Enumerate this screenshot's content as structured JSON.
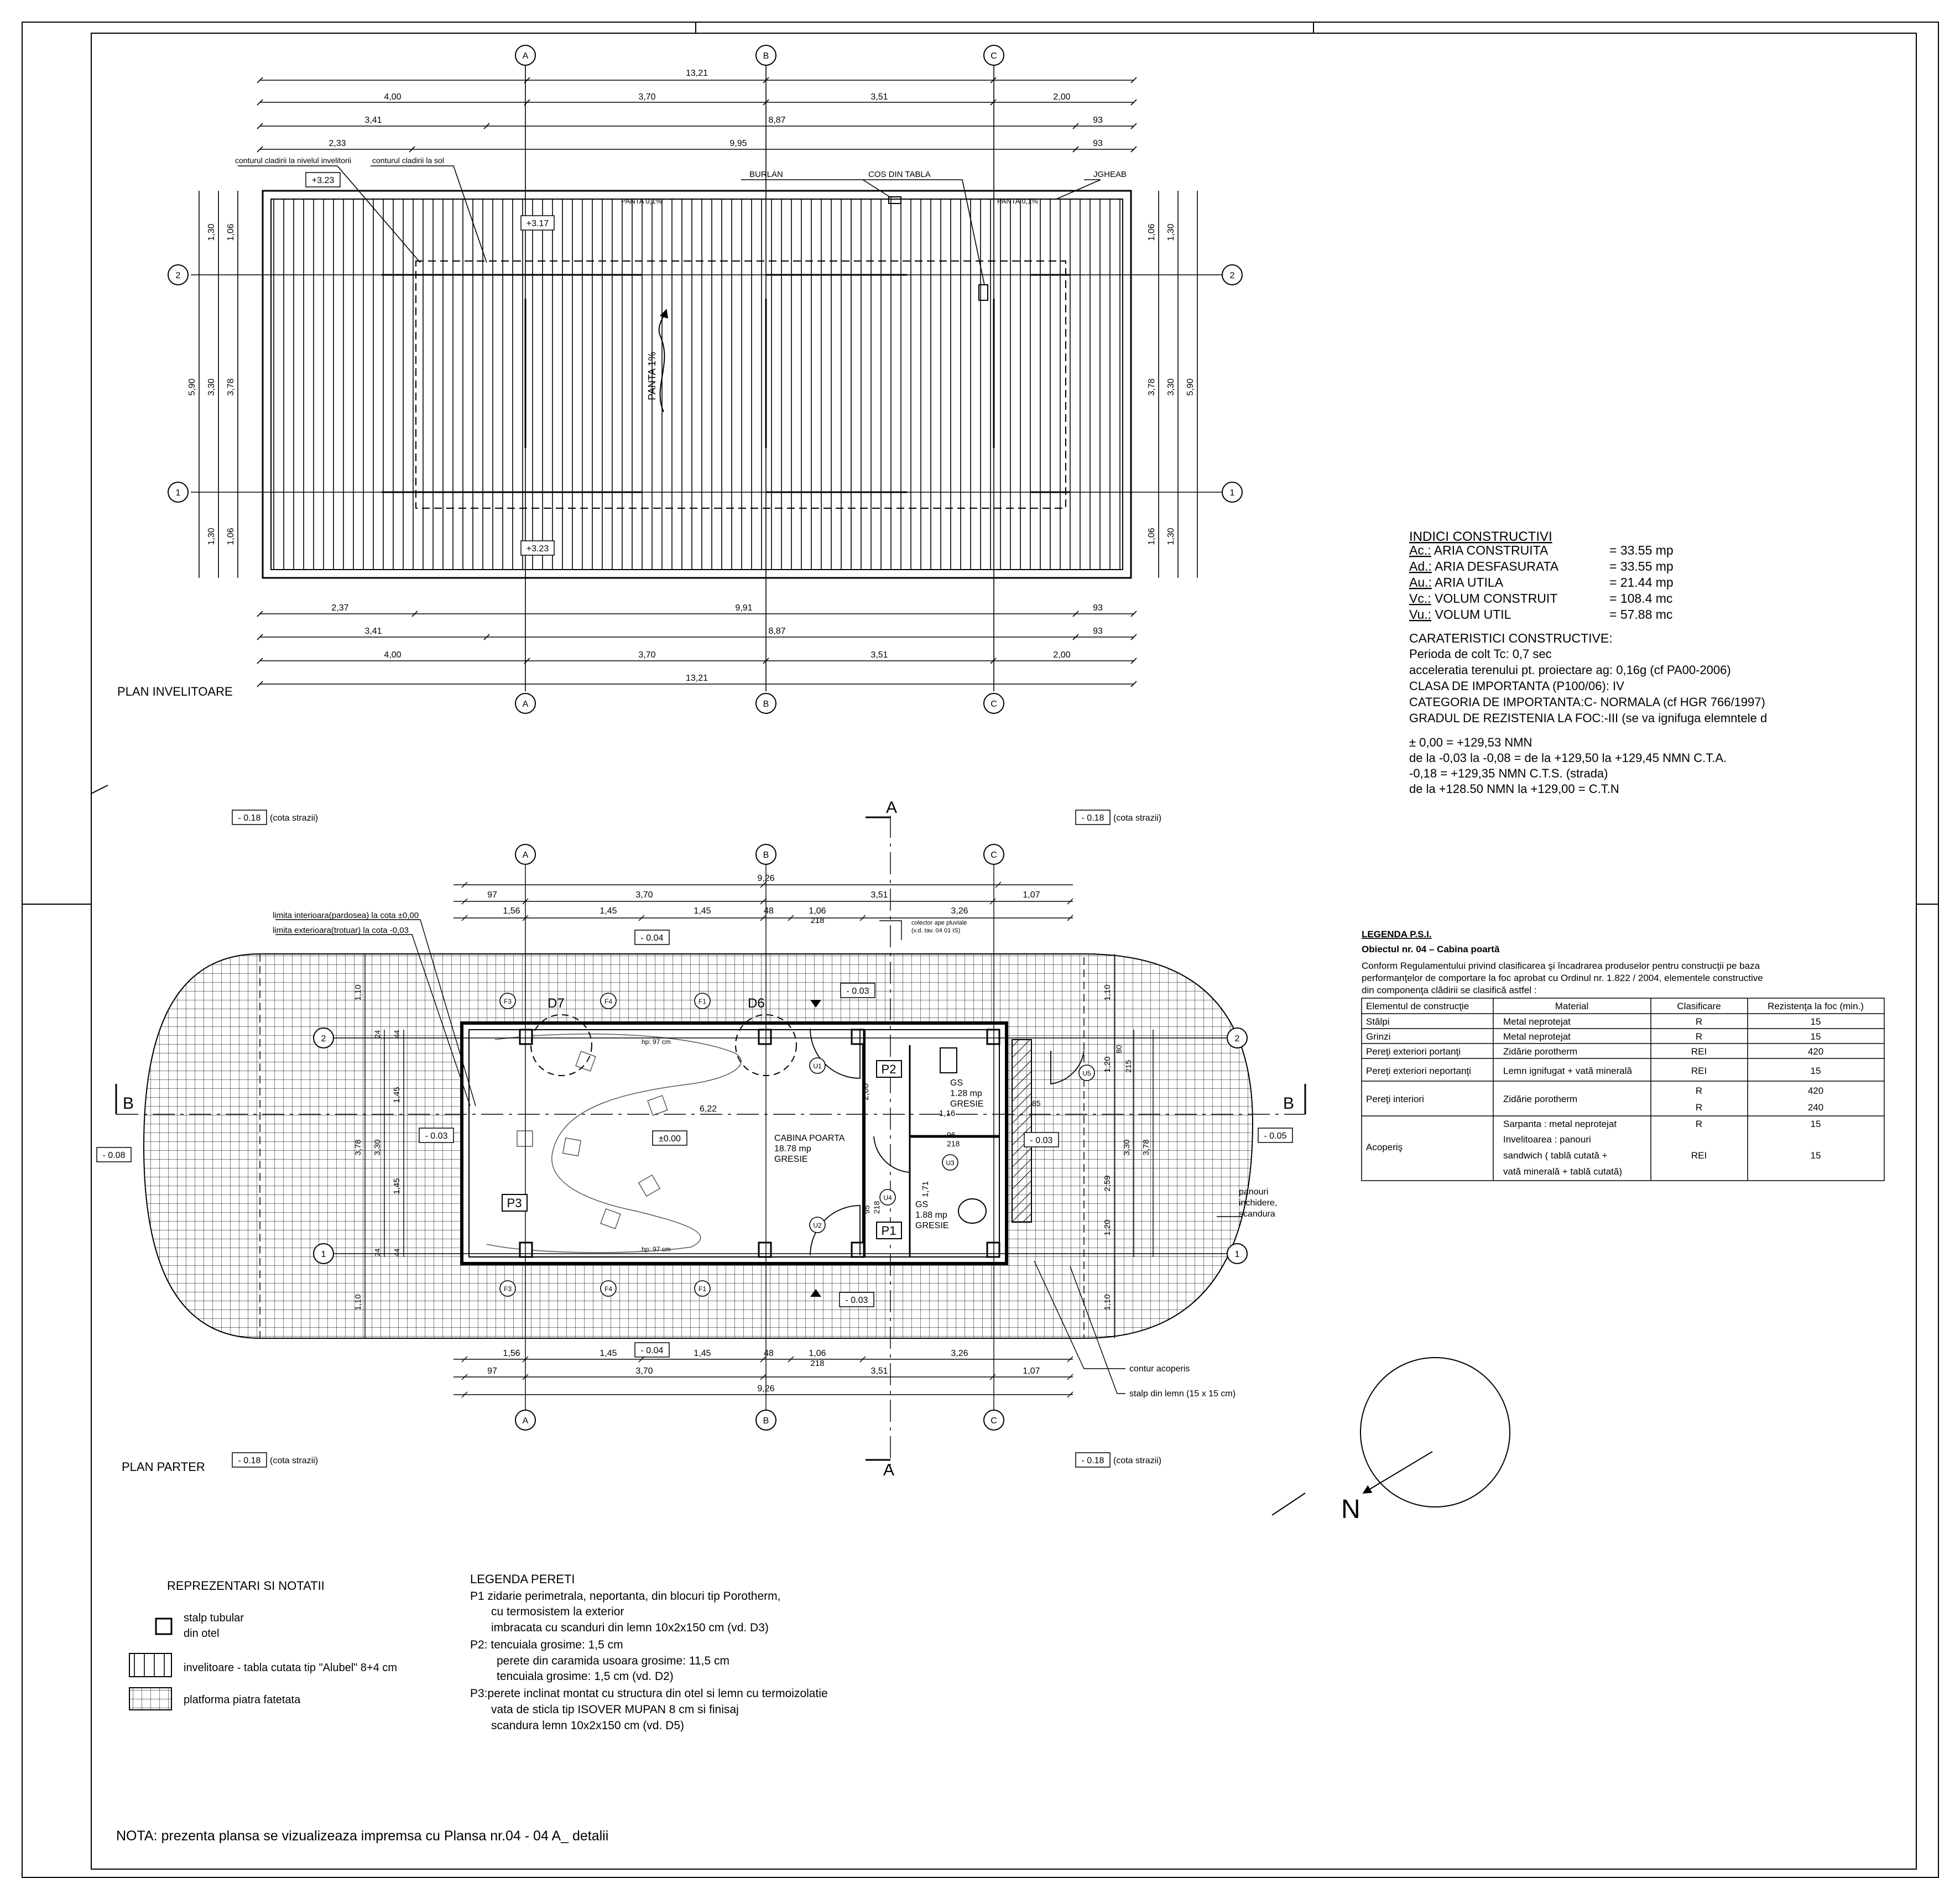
{
  "titles": {
    "roof_plan": "PLAN INVELITOARE",
    "ground_plan": "PLAN PARTER"
  },
  "axes": {
    "col_a": "A",
    "col_b": "B",
    "col_c": "C",
    "row_1": "1",
    "row_2": "2"
  },
  "roof": {
    "dims_top": {
      "total": "13,21",
      "row1": [
        "4,00",
        "3,70",
        "3,51",
        "2,00"
      ],
      "row2": [
        "3,41",
        "8,87",
        "93"
      ],
      "row3": [
        "2,33",
        "9,95",
        "93"
      ]
    },
    "dims_bottom": {
      "row1": [
        "2,37",
        "9,91",
        "93"
      ],
      "row2": [
        "3,41",
        "8,87",
        "93"
      ],
      "row3": [
        "4,00",
        "3,70",
        "3,51",
        "2,00"
      ],
      "total": "13,21"
    },
    "dims_side": {
      "total": "5,90",
      "mid": "3,30",
      "inner": "3,78",
      "edge_a": "1,30",
      "edge_b": "1,06"
    },
    "labels": {
      "contour_roof": "conturul cladirii la nivelul invelitorii",
      "contour_ground": "conturul cladirii la sol",
      "burlan": "BURLAN",
      "cos": "COS DIN TABLA",
      "jgheab": "JGHEAB",
      "panta_small": "PANTA 0,1%",
      "panta": "PANTA 1%"
    },
    "levels": {
      "l1": "+3.23",
      "l2": "+3.17",
      "l3": "+3.23"
    }
  },
  "indici": {
    "title": "INDICI CONSTRUCTIVI",
    "rows": [
      {
        "key": "Ac.:",
        "label": "ARIA CONSTRUITA",
        "value": "= 33.55 mp"
      },
      {
        "key": "Ad.:",
        "label": "ARIA DESFASURATA",
        "value": "= 33.55 mp"
      },
      {
        "key": "Au.:",
        "label": "ARIA UTILA",
        "value": "= 21.44 mp"
      },
      {
        "key": "Vc.:",
        "label": "VOLUM CONSTRUIT",
        "value": "= 108.4 mc"
      },
      {
        "key": "Vu.:",
        "label": "VOLUM UTIL",
        "value": "= 57.88 mc"
      }
    ],
    "caract_title": "CARATERISTICI CONSTRUCTIVE:",
    "caract_lines": [
      "Perioda de colt Tc: 0,7 sec",
      "acceleratia terenului pt. proiectare ag: 0,16g (cf PA00-2006)",
      "CLASA DE IMPORTANTA (P100/06): IV",
      "CATEGORIA DE IMPORTANTA:C- NORMALA (cf HGR 766/1997)",
      "GRADUL DE REZISTENIA LA FOC:-III (se va ignifuga elemntele d"
    ],
    "cote_lines": [
      "± 0,00 = +129,53 NMN",
      "de la -0,03 la -0,08  = de la +129,50 la +129,45  NMN C.T.A.",
      "-0,18 = +129,35  NMN C.T.S. (strada)",
      "de la +128.50 NMN la +129,00 = C.T.N"
    ]
  },
  "psi": {
    "title": "LEGENDA P.S.I.",
    "subtitle": "Obiectul nr. 04 – Cabina poartă",
    "intro": [
      "Conform Regulamentului privind clasificarea şi încadrarea produselor pentru construcţii pe baza",
      "performanţelor de comportare la foc aprobat cu Ordinul nr. 1.822 / 2004, elementele constructive",
      "din componenţa clădirii  se clasifică astfel :"
    ],
    "headers": [
      "Elementul de construcţie",
      "Material",
      "Clasificare",
      "Rezistenţa la foc (min.)"
    ],
    "rows": [
      {
        "element": "Stâlpi",
        "material": "Metal neprotejat",
        "clasa": "R",
        "rez": "15"
      },
      {
        "element": "Grinzi",
        "material": "Metal neprotejat",
        "clasa": "R",
        "rez": "15"
      },
      {
        "element": "Pereţi exteriori portanţi",
        "material": "Zidărie porotherm",
        "clasa": "REI",
        "rez": "420"
      },
      {
        "element": "Pereţi exteriori neportanţi",
        "material": "Lemn ignifugat + vată minerală",
        "clasa": "REI",
        "rez": "15"
      },
      {
        "element": "Pereţi interiori",
        "material": "Zidărie porotherm",
        "clasa": "R",
        "clasa2": "R",
        "rez": "420",
        "rez2": "240"
      },
      {
        "element": "Acoperiş",
        "material": "Sarpanta  : metal neprotejat",
        "material2": "Invelitoarea  : panouri",
        "material3": "sandwich ( tablă cutată +",
        "material4": "vată minerală + tablă cutată)",
        "clasa": "R",
        "clasa2": "REI",
        "rez": "15",
        "rez2": "15"
      }
    ]
  },
  "ground": {
    "dims_top": {
      "total": "9,26",
      "row1": [
        "97",
        "3,70",
        "3,51",
        "1,07"
      ],
      "row2": [
        "1,56",
        "1,45",
        "1,45",
        "48",
        "1,06",
        "3,26"
      ],
      "sub": "218"
    },
    "dims_bottom": {
      "row1": [
        "1,56",
        "1,45",
        "1,45",
        "48",
        "1,06",
        "3,26"
      ],
      "sub": "218",
      "row2": [
        "97",
        "3,70",
        "3,51",
        "1,07"
      ],
      "total": "9,26"
    },
    "dims_side": {
      "a": "1,10",
      "b": "3,78",
      "c": "3,30",
      "d": "1,45",
      "e": "1,45",
      "f": "1,10",
      "g": "24",
      "h": "44",
      "i": "1,20",
      "j": "2,59",
      "k": "1,20"
    },
    "labels": {
      "limit_int": "limita interioara(pardosea) la cota ±0,00",
      "limit_ext": "limita exterioara(trotuar) la cota -0,03",
      "collector": "colector ape pluviale",
      "collector_ref": "(v.d. tav. 04 01 IS)",
      "cabina": "CABINA POARTA",
      "cabina_area": "18.78 mp",
      "cabina_floor": "GRESIE",
      "gs1": "GS",
      "gs1_area": "1.28 mp",
      "gs1_floor": "GRESIE",
      "gs2": "GS",
      "gs2_area": "1.88 mp",
      "gs2_floor": "GRESIE",
      "hp": "hp: 97 cm",
      "len": "6,22",
      "dim_200": "2,00",
      "dim_116": "1,16",
      "dim_171": "1,71",
      "dim_96": "96",
      "dim_218": "218",
      "dim_95": "95",
      "dim_85": "85",
      "dim_80": "80",
      "dim_215": "215",
      "panouri": [
        "panouri",
        "inchidere,",
        "scandura"
      ],
      "contur": "contur acoperis",
      "stalp": "stalp din lemn (15 x 15 cm)",
      "d7": "D7",
      "d6": "D6",
      "p1": "P1",
      "p2": "P2",
      "p3": "P3",
      "f1": "F1",
      "f3": "F3",
      "f4": "F4",
      "u1": "U1",
      "u2": "U2",
      "u3": "U3",
      "u4": "U4",
      "u5": "U5",
      "section_a": "A",
      "section_b": "B",
      "cota_strazii": "(cota strazii)",
      "lvl_018": "- 0.18",
      "lvl_004": "- 0.04",
      "lvl_003": "- 0.03",
      "lvl_005": "- 0.05",
      "lvl_008": "- 0.08",
      "lvl_000": "±0.00"
    }
  },
  "north": "N",
  "notatii": {
    "title": "REPREZENTARI SI NOTATII",
    "items": [
      {
        "label": "stalp tubular",
        "label2": "din otel",
        "icon": "square-icon"
      },
      {
        "label": "invelitoare - tabla cutata tip \"Alubel\" 8+4 cm",
        "icon": "hatch-vertical-icon"
      },
      {
        "label": "platforma piatra fatetata",
        "icon": "grid-icon"
      }
    ]
  },
  "pereti": {
    "title": "LEGENDA PERETI",
    "lines": [
      "P1 zidarie perimetrala, neportanta, din blocuri tip Porotherm,",
      "cu termosistem la exterior",
      "imbracata cu scanduri din lemn 10x2x150 cm (vd. D3)",
      "P2: tencuiala grosime: 1,5 cm",
      "perete din caramida usoara grosime: 11,5 cm",
      "tencuiala grosime: 1,5 cm (vd. D2)",
      "P3:perete inclinat montat cu structura din otel si lemn cu termoizolatie",
      "vata de sticla tip ISOVER MUPAN 8 cm si finisaj",
      "scandura lemn 10x2x150 cm (vd. D5)"
    ]
  },
  "nota": "NOTA: prezenta plansa se vizualizeaza impremsa cu Plansa nr.04 - 04 A_ detalii"
}
